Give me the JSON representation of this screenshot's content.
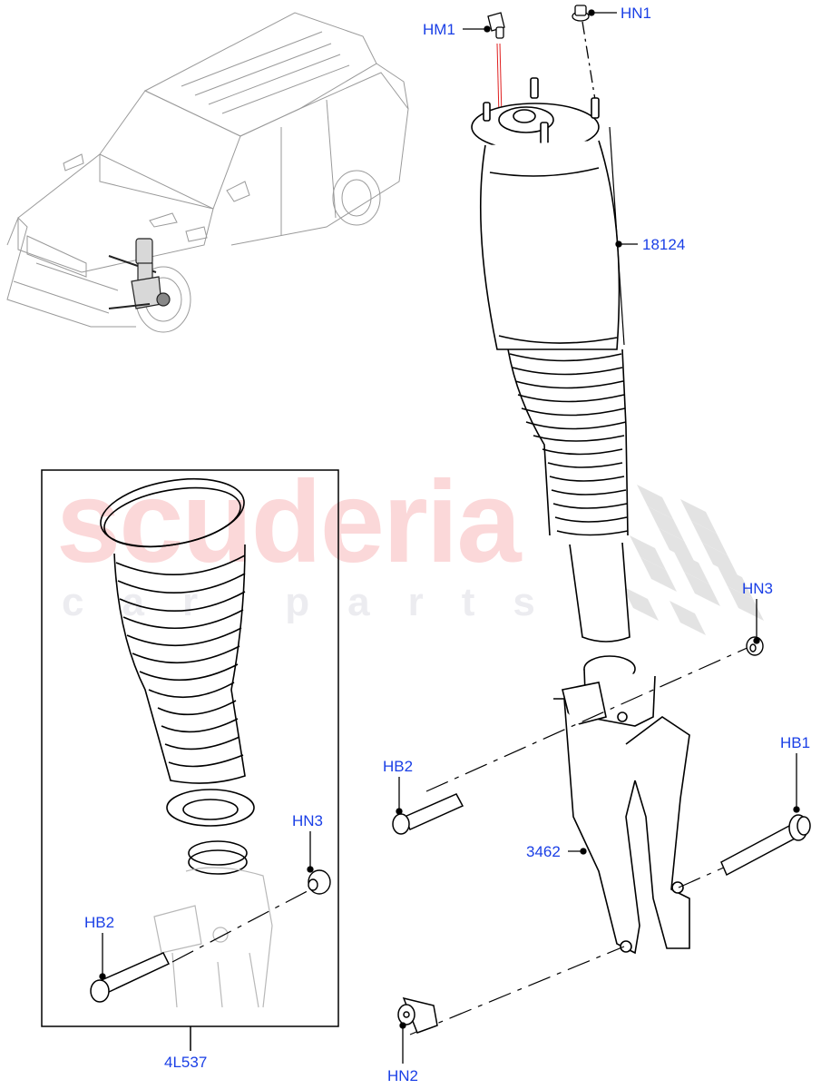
{
  "diagram": {
    "subject": "Front air suspension strut assembly exploded view",
    "watermark": {
      "brand": "scuderia",
      "subtitle": "car parts",
      "brand_color": "#fbd8d9",
      "subtitle_color": "#ececf0"
    },
    "colors": {
      "callout_text": "#1a3fe6",
      "line_art": "#000000",
      "vehicle_art": "#9a9a9a",
      "hose_line": "#e02020"
    },
    "callouts": [
      {
        "id": "HM1",
        "label": "HM1",
        "part": "air line fitting"
      },
      {
        "id": "HN1",
        "label": "HN1",
        "part": "strut top mount nut"
      },
      {
        "id": "18124",
        "label": "18124",
        "part": "air spring strut"
      },
      {
        "id": "HN3",
        "label": "HN3",
        "part": "flange nut"
      },
      {
        "id": "HB1",
        "label": "HB1",
        "part": "flange bolt"
      },
      {
        "id": "HB2",
        "label": "HB2",
        "part": "flange bolt"
      },
      {
        "id": "3462",
        "label": "3462",
        "part": "strut fork bracket"
      },
      {
        "id": "HN2",
        "label": "HN2",
        "part": "fork clamp nut"
      },
      {
        "id": "inset-HN3",
        "label": "HN3",
        "part": "flange nut (inset)"
      },
      {
        "id": "inset-HB2",
        "label": "HB2",
        "part": "flange bolt (inset)"
      },
      {
        "id": "4L537",
        "label": "4L537",
        "part": "dust boot kit"
      }
    ]
  }
}
